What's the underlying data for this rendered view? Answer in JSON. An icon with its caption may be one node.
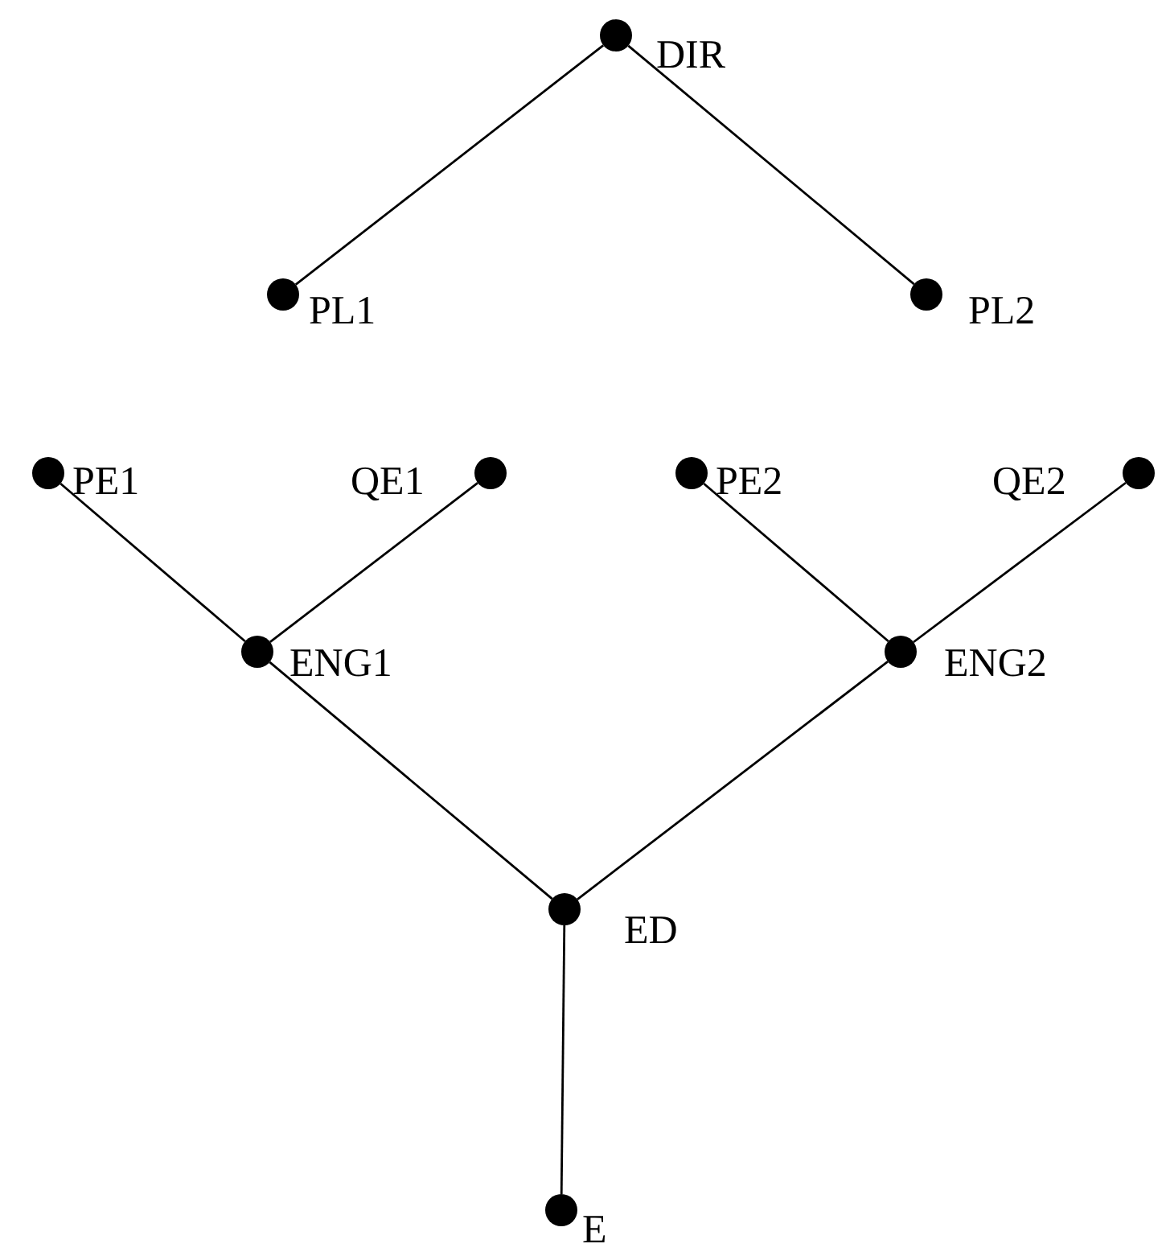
{
  "diagram": {
    "nodes": [
      {
        "text": [],
        "shape": "circle",
        "beside": [
          "DIR"
        ]
      },
      {
        "text": [],
        "shape": "circle",
        "beside": [
          "PL1"
        ]
      },
      {
        "text": [],
        "shape": "circle",
        "beside": [
          "PL2"
        ]
      },
      {
        "text": [],
        "shape": "circle",
        "beside": [
          "PE1"
        ]
      },
      {
        "text": [],
        "shape": "circle",
        "beside": [
          "QE1"
        ]
      },
      {
        "text": [],
        "shape": "circle",
        "beside": [
          "PE2"
        ]
      },
      {
        "text": [],
        "shape": "circle",
        "beside": [
          "QE2"
        ]
      },
      {
        "text": [],
        "shape": "circle",
        "beside": [
          "ENG1"
        ]
      },
      {
        "text": [],
        "shape": "circle",
        "beside": [
          "ENG2"
        ]
      },
      {
        "text": [],
        "shape": "circle",
        "beside": [
          "ED"
        ]
      },
      {
        "text": [],
        "shape": "circle",
        "beside": [
          "E"
        ]
      }
    ],
    "edges": [
      {
        "from": 0,
        "to": 1,
        "arrow": "none"
      },
      {
        "from": 0,
        "to": 2,
        "arrow": "none"
      },
      {
        "from": 3,
        "to": 7,
        "arrow": "none"
      },
      {
        "from": 4,
        "to": 7,
        "arrow": "none"
      },
      {
        "from": 5,
        "to": 8,
        "arrow": "none"
      },
      {
        "from": 6,
        "to": 8,
        "arrow": "none"
      },
      {
        "from": 7,
        "to": 9,
        "arrow": "none"
      },
      {
        "from": 8,
        "to": 9,
        "arrow": "none"
      },
      {
        "from": 9,
        "to": 10,
        "arrow": "none"
      }
    ]
  }
}
